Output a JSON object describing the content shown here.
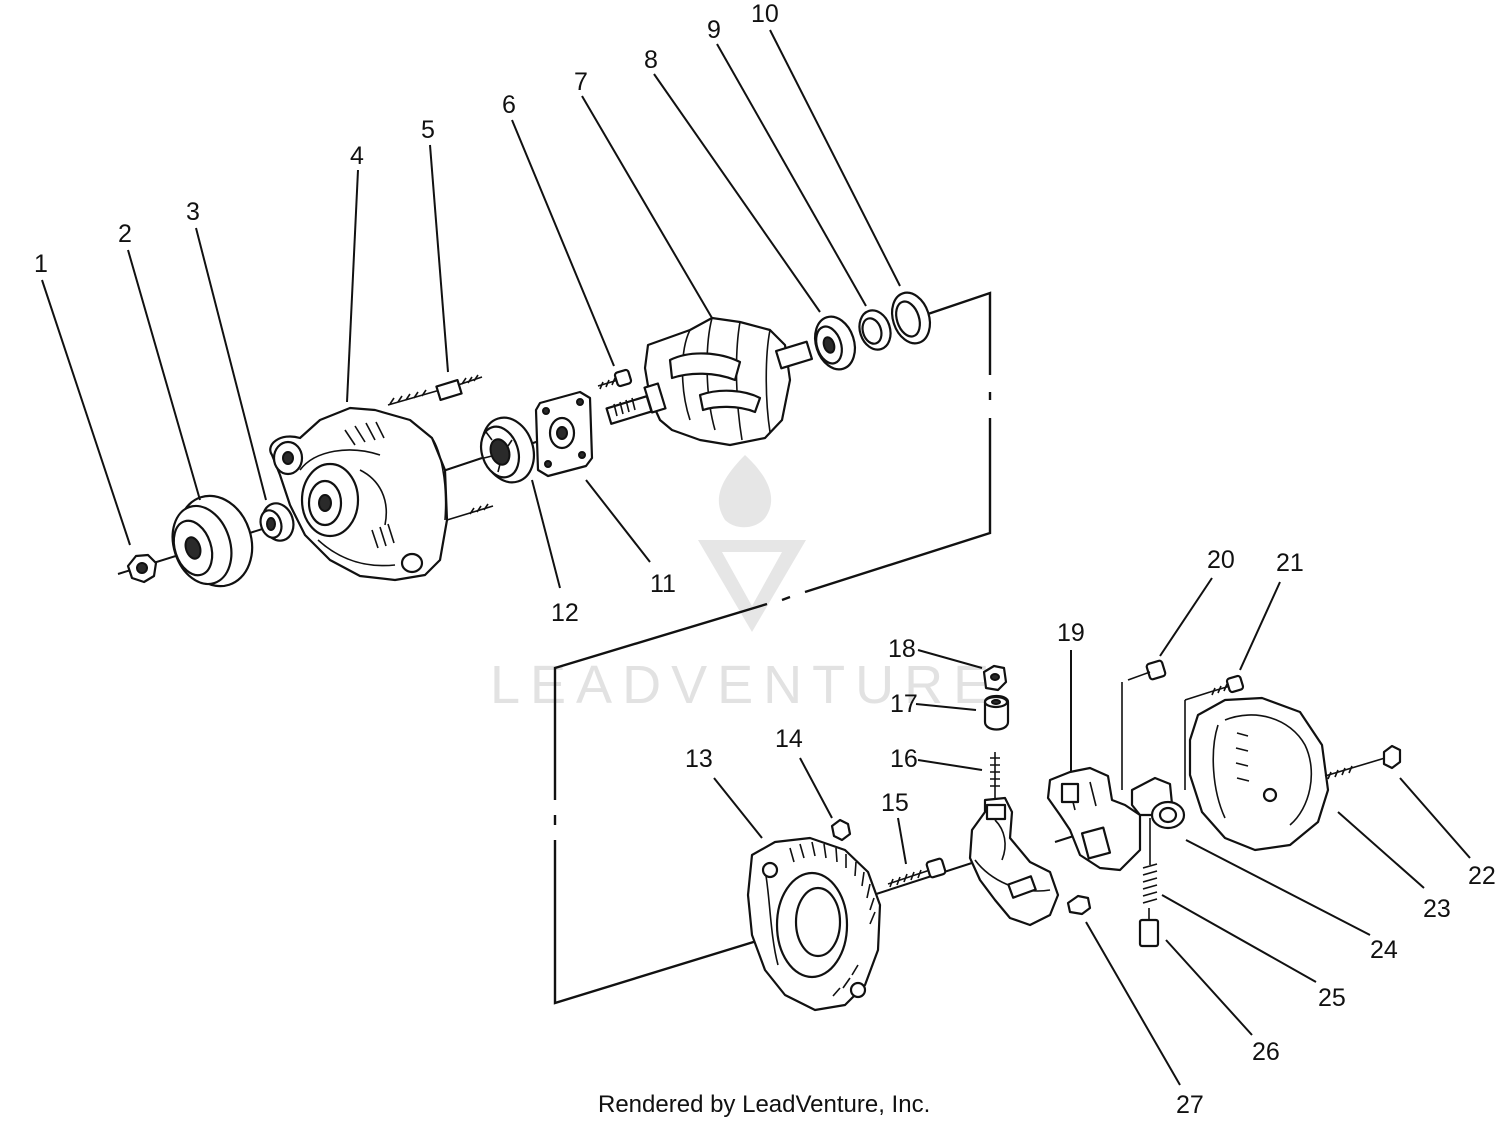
{
  "watermark": {
    "text": "LEADVENTURE",
    "color": "#e2e2e2"
  },
  "footer": {
    "credit": "Rendered by LeadVenture, Inc."
  },
  "callouts": [
    "1",
    "2",
    "3",
    "4",
    "5",
    "6",
    "7",
    "8",
    "9",
    "10",
    "11",
    "12",
    "13",
    "14",
    "15",
    "16",
    "17",
    "18",
    "19",
    "20",
    "21",
    "22",
    "23",
    "24",
    "25",
    "26",
    "27"
  ]
}
